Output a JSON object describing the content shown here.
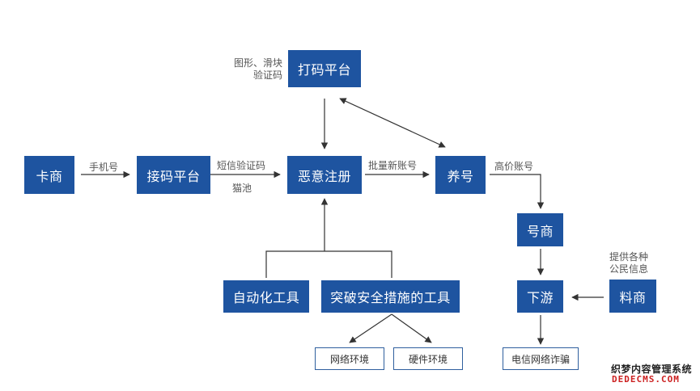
{
  "nodes": {
    "dama": "打码平台",
    "kashang": "卡商",
    "jiema": "接码平台",
    "eyi": "恶意注册",
    "yanghao": "养号",
    "haoshang": "号商",
    "xiayou": "下游",
    "liaoshang": "料商",
    "zidonghua": "自动化工具",
    "tupo": "突破安全措施的工具",
    "wangluo": "网络环境",
    "yingjian": "硬件环境",
    "dianxin": "电信网络诈骗"
  },
  "labels": {
    "captcha_line1": "图形、滑块",
    "captcha_line2": "验证码",
    "phone": "手机号",
    "sms": "短信验证码",
    "cat_pool": "猫池",
    "bulk_accounts": "批量新账号",
    "high_price": "高价账号",
    "citizen_line1": "提供各种",
    "citizen_line2": "公民信息"
  },
  "watermark": {
    "line1": "织梦内容管理系统",
    "line2": "DEDECMS.COM"
  }
}
